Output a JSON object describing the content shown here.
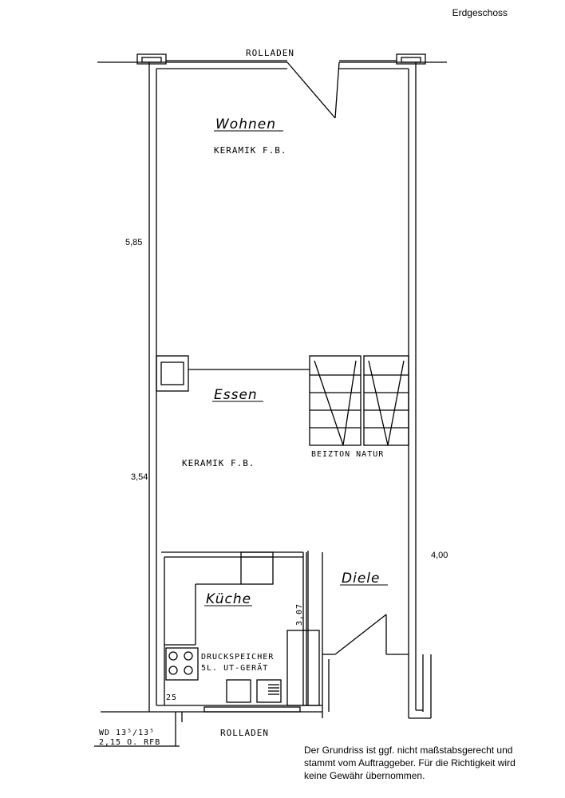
{
  "header": {
    "title": "Erdgeschoss"
  },
  "rooms": {
    "wohnen": "Wohnen",
    "wohnen_floor": "KERAMIK F.B.",
    "essen": "Essen",
    "essen_floor": "KERAMIK F.B.",
    "kueche": "Küche",
    "diele": "Diele"
  },
  "labels": {
    "rolladen_top": "ROLLADEN",
    "rolladen_bottom": "ROLLADEN",
    "stair_finish": "BEIZTON NATUR",
    "druckspeicher_1": "DRUCKSPEICHER",
    "druckspeicher_2": "5L. UT-GERÄT",
    "wall_note_1": "WD 13⁵/13⁵",
    "wall_note_2": "2,15 O. RFB",
    "small_dim": "25",
    "kitchen_dim": "3,07"
  },
  "dimensions": {
    "d1": "5,85",
    "d2": "3,54",
    "d3": "4,00"
  },
  "disclaimer": "Der Grundriss ist ggf. nicht maßstabsgerecht und stammt vom Auftraggeber. Für die Richtigkeit wird keine Gewähr übernommen."
}
